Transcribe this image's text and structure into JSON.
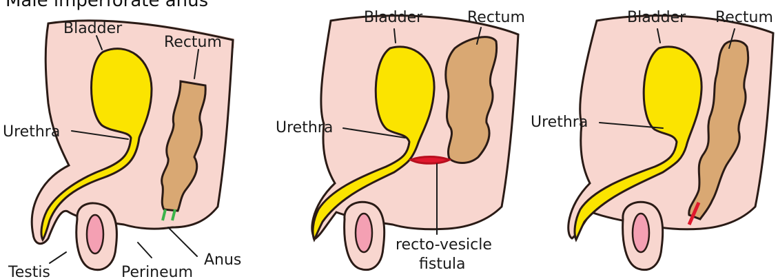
{
  "header": {
    "title": "Male imperforate anus"
  },
  "panels": [
    {
      "id": "normal",
      "labels": {
        "bladder": "Bladder",
        "rectum": "Rectum",
        "urethra": "Urethra",
        "testis": "Testis",
        "perineum": "Perineum",
        "anus": "Anus"
      }
    },
    {
      "id": "recto-vesicle-fistula",
      "labels": {
        "bladder": "Bladder",
        "rectum": "Rectum",
        "urethra": "Urethra",
        "fistula_line1": "recto-vesicle",
        "fistula_line2": "fistula"
      }
    },
    {
      "id": "rectoperineal",
      "labels": {
        "bladder": "Bladder",
        "rectum": "Rectum",
        "urethra": "Urethra"
      }
    }
  ],
  "colors": {
    "skin": "#f8d6cf",
    "bladder": "#fbe400",
    "rectum": "#d9a873",
    "testis": "#f4a0b3",
    "anus_normal": "#3bb34a",
    "fistula": "#e0182d"
  }
}
